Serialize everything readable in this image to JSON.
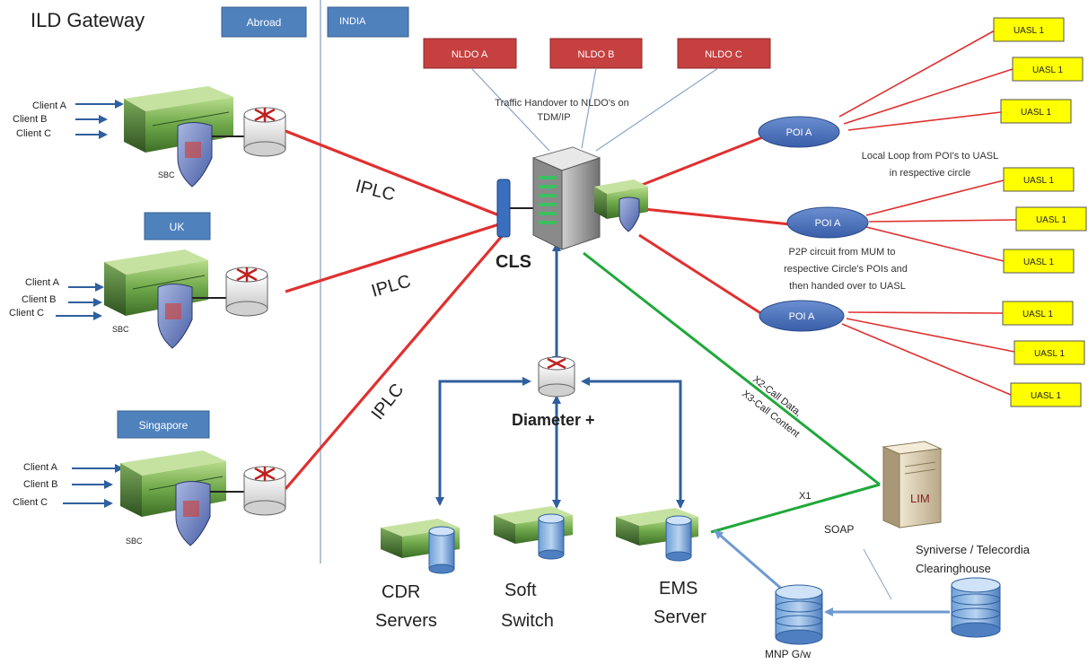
{
  "title": "ILD Gateway",
  "regions": {
    "abroad": "Abroad",
    "india": "INDIA"
  },
  "countries": {
    "uk": "UK",
    "singapore": "Singapore"
  },
  "clients": [
    "Client A",
    "Client B",
    "Client C"
  ],
  "sbc_label": "SBC",
  "links": {
    "iplc": "IPLC"
  },
  "nldos": [
    "NLDO A",
    "NLDO B",
    "NLDO C"
  ],
  "handover_note": [
    "Traffic Handover to NLDO's on",
    "TDM/IP"
  ],
  "cls_label": "CLS",
  "poi_label": "POI A",
  "uasl_label": "UASL 1",
  "notes": {
    "local_loop": [
      "Local Loop from POI's to UASL",
      "in respective circle"
    ],
    "p2p": [
      "P2P circuit from MUM to",
      "respective Circle's POIs and",
      "then handed over to UASL"
    ]
  },
  "diameter": "Diameter +",
  "servers": {
    "cdr": [
      "CDR",
      "Servers"
    ],
    "softswitch": [
      "Soft",
      "Switch"
    ],
    "ems": [
      "EMS",
      "Server"
    ]
  },
  "lim": "LIM",
  "x1": "X1",
  "x2x3": [
    "X2-Call Data,",
    "X3-Call Content"
  ],
  "soap": "SOAP",
  "syniverse": [
    "Syniverse / Telecordia",
    "Clearinghouse"
  ],
  "mnp": "MNP G/w",
  "colors": {
    "red_link": "#e03030",
    "blue_link": "#2f5f9e",
    "green_link": "#1fa83a",
    "poi": "#4a72b8",
    "uasl_fill": "#ffff00",
    "nldo": "#c64040",
    "region_box": "#4f81bd"
  }
}
